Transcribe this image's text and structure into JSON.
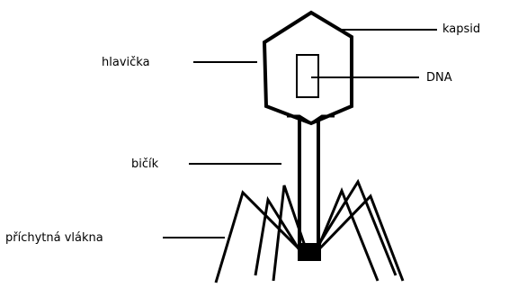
{
  "labels": {
    "capsid": "kapsid",
    "head": "hlavička",
    "dna": "DNA",
    "tail": "bičík",
    "fibers": "příchytná vlákna"
  },
  "colors": {
    "stroke": "#000000",
    "background": "#ffffff"
  }
}
